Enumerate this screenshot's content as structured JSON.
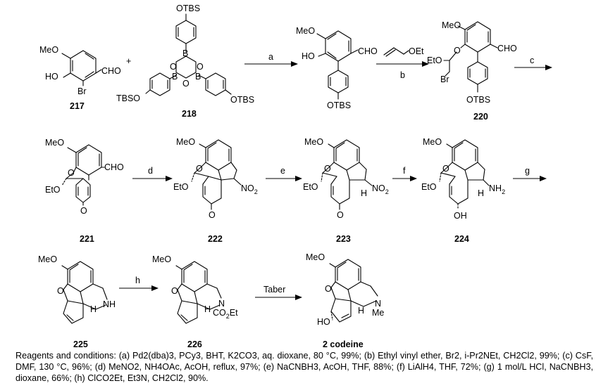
{
  "compounds": {
    "c217": {
      "id": "217",
      "labels": {
        "meo": "MeO",
        "ho": "HO",
        "br": "Br",
        "cho": "CHO"
      }
    },
    "c218": {
      "id": "218",
      "labels": {
        "otbs_top": "OTBS",
        "tbso_left": "TBSO",
        "otbs_right": "OTBS",
        "b": "B",
        "o": "O"
      }
    },
    "cint": {
      "labels": {
        "meo": "MeO",
        "ho": "HO",
        "cho": "CHO",
        "otbs": "OTBS"
      }
    },
    "c220": {
      "id": "220",
      "labels": {
        "meo": "MeO",
        "eto": "EtO",
        "br": "Br",
        "o": "O",
        "cho": "CHO",
        "otbs": "OTBS"
      }
    },
    "c221": {
      "id": "221",
      "labels": {
        "meo": "MeO",
        "o": "O",
        "eto": "EtO",
        "cho": "CHO",
        "o_ketone": "O"
      }
    },
    "c222": {
      "id": "222",
      "labels": {
        "meo": "MeO",
        "o": "O",
        "eto": "EtO",
        "no2": "NO",
        "no2_sub": "2",
        "o_ketone": "O"
      }
    },
    "c223": {
      "id": "223",
      "labels": {
        "meo": "MeO",
        "o": "O",
        "eto": "EtO",
        "no2": "NO",
        "no2_sub": "2",
        "h": "H",
        "o_ketone": "O"
      }
    },
    "c224": {
      "id": "224",
      "labels": {
        "meo": "MeO",
        "o": "O",
        "eto": "EtO",
        "nh2": "NH",
        "nh2_sub": "2",
        "h": "H",
        "oh": "OH"
      }
    },
    "c225": {
      "id": "225",
      "labels": {
        "meo": "MeO",
        "o": "O",
        "h": "H",
        "nh": "NH"
      }
    },
    "c226": {
      "id": "226",
      "labels": {
        "meo": "MeO",
        "o": "O",
        "h": "H",
        "n": "N",
        "co2et": "CO",
        "co2et_sub": "2",
        "co2et_tail": "Et"
      }
    },
    "c2": {
      "id": "2 codeine",
      "labels": {
        "meo": "MeO",
        "o": "O",
        "ho": "HO",
        "h": "H",
        "n": "N",
        "me": "Me"
      }
    }
  },
  "plus": "+",
  "arrows": {
    "a": "a",
    "b": "b",
    "c": "c",
    "d": "d",
    "e": "e",
    "f": "f",
    "g": "g",
    "h": "h",
    "taber": "Taber"
  },
  "reagent_vinyl_ether": "OEt",
  "caption": "Reagents and conditions: (a) Pd2(dba)3, PCy3, BHT, K2CO3, aq. dioxane, 80 °C, 99%; (b) Ethyl vinyl ether, Br2, i-Pr2NEt, CH2Cl2, 99%; (c) CsF, DMF, 130 °C, 96%; (d) MeNO2, NH4OAc, AcOH, reflux, 97%; (e) NaCNBH3, AcOH, THF, 88%; (f) LiAlH4, THF, 72%; (g) 1 mol/L HCl, NaCNBH3, dioxane, 66%; (h) ClCO2Et, Et3N, CH2Cl2, 90%."
}
